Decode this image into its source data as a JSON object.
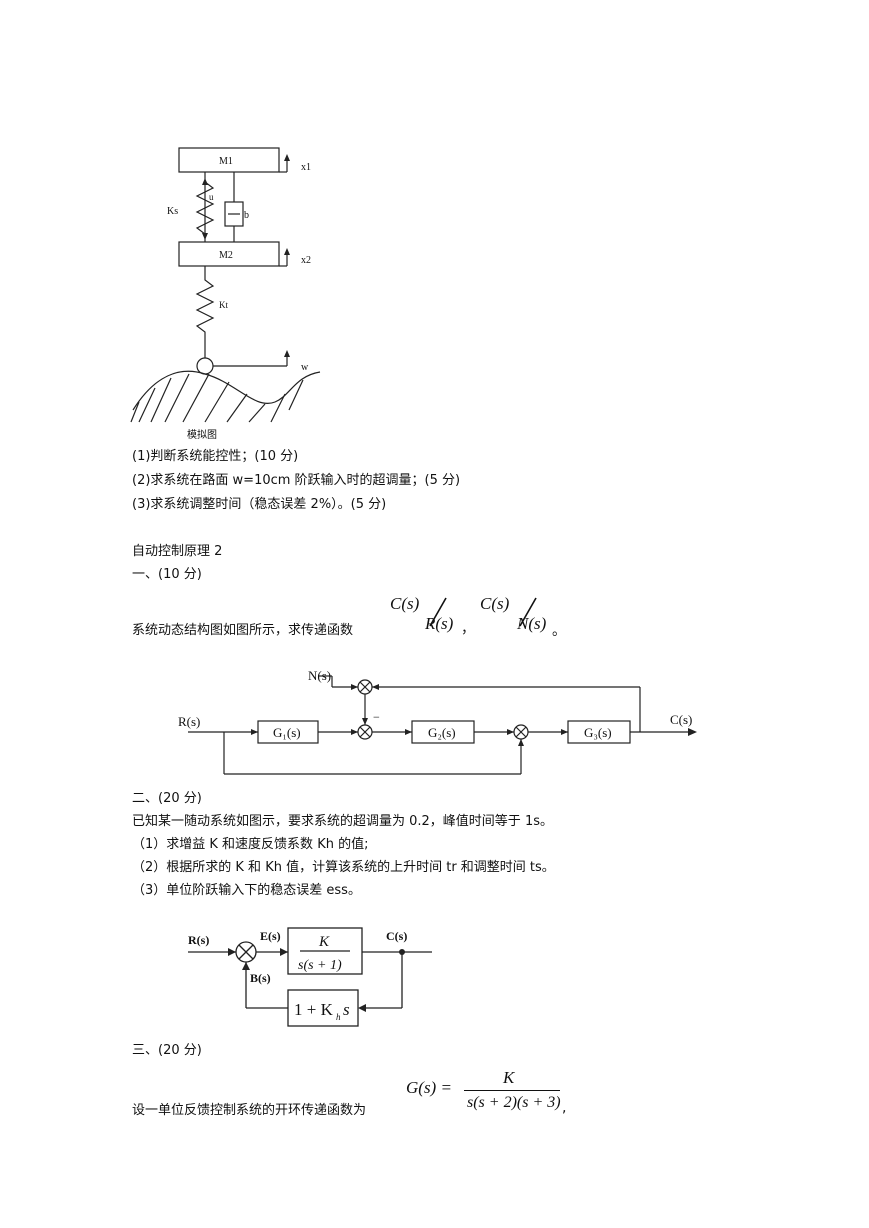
{
  "suspension": {
    "mass1": "M1",
    "mass2": "M2",
    "spring_s": "Ks",
    "spring_t": "Kt",
    "actuator": "u",
    "damper": "b",
    "x1": "x1",
    "x2": "x2",
    "road": "w",
    "caption": "模拟图"
  },
  "q_part1": [
    "(1)判断系统能控性；(10 分)",
    "(2)求系统在路面 w=10cm 阶跃输入时的超调量；(5 分)",
    "(3)求系统调整时间（稳态误差 2%）。(5 分)"
  ],
  "section_title": "自动控制原理 2",
  "q1": {
    "heading": "一、(10 分)",
    "text": "系统动态结构图如图所示，求传递函数",
    "f1_num": "C(s)",
    "f1_den": "R(s)",
    "sep": "，",
    "f2_num": "C(s)",
    "f2_den": "N(s)",
    "end": "。",
    "diagram": {
      "N": "N(s)",
      "R": "R(s)",
      "C": "C(s)",
      "G1": "G₁(s)",
      "G2": "G₂(s)",
      "G3": "G₃(s)",
      "minus": "−"
    }
  },
  "q2": {
    "heading": "二、(20 分)",
    "lines": [
      "已知某一随动系统如图示，要求系统的超调量为 0.2，峰值时间等于 1s。",
      "（1）求增益 K 和速度反馈系数 Kh 的值;",
      "（2）根据所求的 K 和 Kh 值，计算该系统的上升时间 tr 和调整时间 ts。",
      "（3）单位阶跃输入下的稳态误差 ess。"
    ],
    "diagram": {
      "R": "R(s)",
      "E": "E(s)",
      "B": "B(s)",
      "C": "C(s)",
      "fwd_num": "K",
      "fwd_den": "s(s + 1)",
      "fb_a": "1 + K",
      "fb_sub": "h",
      "fb_b": "s"
    }
  },
  "q3": {
    "heading": "三、(20 分)",
    "text": "设一单位反馈控制系统的开环传递函数为",
    "lhs": "G(s) =",
    "num": "K",
    "den": "s(s + 2)(s + 3)",
    "end": ","
  }
}
